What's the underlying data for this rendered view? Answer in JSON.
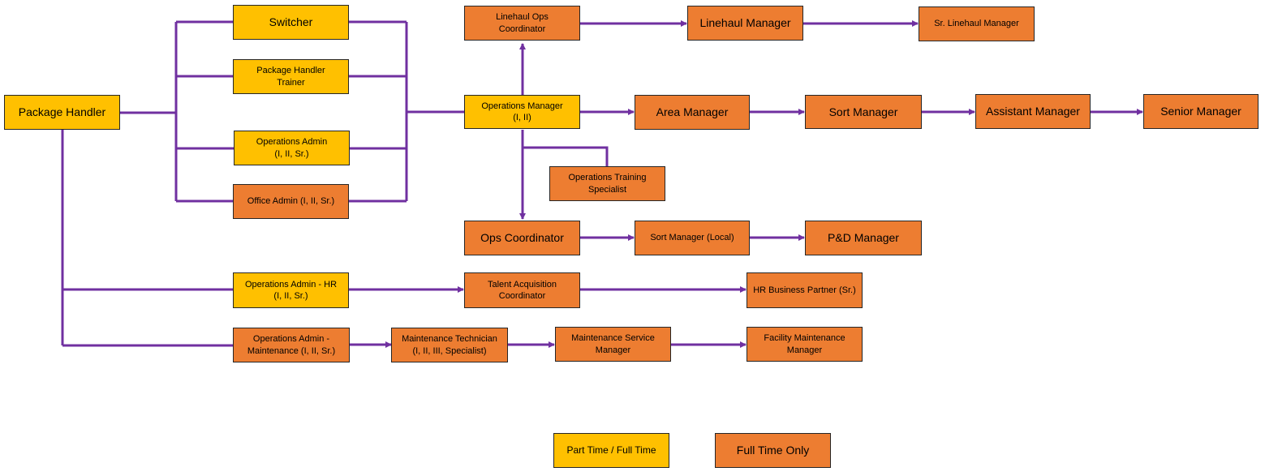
{
  "colors": {
    "part_full_time": "#ffc000",
    "full_time_only": "#ed7d31",
    "connector": "#7030a0"
  },
  "nodes": {
    "package_handler": "Package Handler",
    "switcher": "Switcher",
    "package_handler_trainer": "Package Handler\nTrainer",
    "operations_admin": "Operations Admin\n(I, II, Sr.)",
    "office_admin": "Office Admin (I, II, Sr.)",
    "linehaul_ops_coordinator": "Linehaul Ops\nCoordinator",
    "linehaul_manager": "Linehaul Manager",
    "sr_linehaul_manager": "Sr. Linehaul Manager",
    "operations_manager": "Operations Manager\n(I, II)",
    "area_manager": "Area Manager",
    "sort_manager": "Sort Manager",
    "assistant_manager": "Assistant Manager",
    "senior_manager": "Senior Manager",
    "operations_training_specialist": "Operations Training\nSpecialist",
    "ops_coordinator": "Ops Coordinator",
    "sort_manager_local": "Sort Manager (Local)",
    "pd_manager": "P&D Manager",
    "operations_admin_hr": "Operations Admin - HR\n(I, II, Sr.)",
    "talent_acquisition_coordinator": "Talent Acquisition\nCoordinator",
    "hr_business_partner": "HR Business Partner (Sr.)",
    "operations_admin_maintenance": "Operations Admin -\nMaintenance (I, II, Sr.)",
    "maintenance_technician": "Maintenance Technician\n(I, II, III, Specialist)",
    "maintenance_service_manager": "Maintenance Service\nManager",
    "facility_maintenance_manager": "Facility Maintenance\nManager"
  },
  "legend": {
    "part_full_time": "Part Time / Full Time",
    "full_time_only": "Full Time Only"
  }
}
